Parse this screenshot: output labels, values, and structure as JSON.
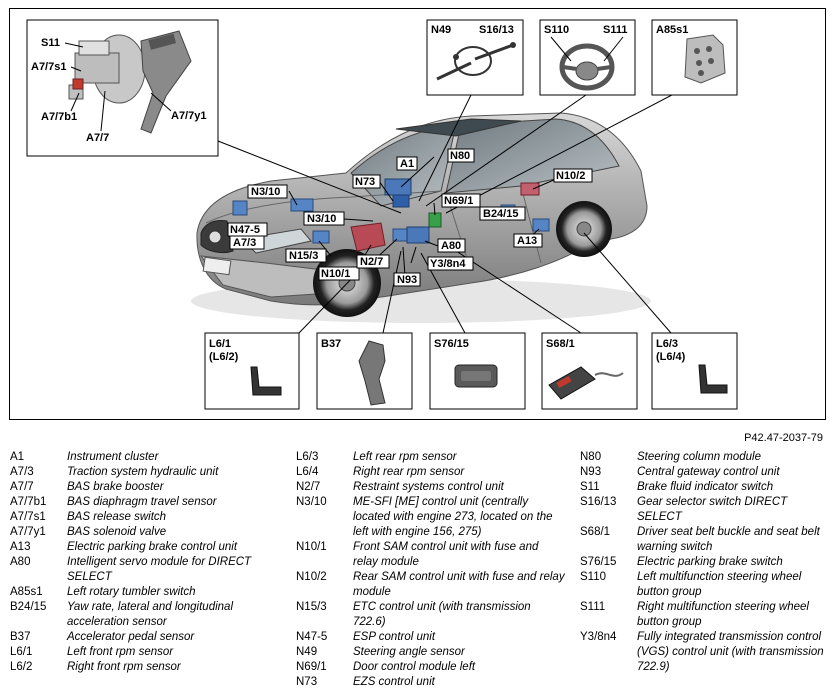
{
  "figure_ref": "P42.47-2037-79",
  "callouts": {
    "a1": "A1",
    "n80": "N80",
    "n73": "N73",
    "n3_10_top": "N3/10",
    "n3_10_mid": "N3/10",
    "n47_5": "N47-5",
    "a7_3": "A7/3",
    "n15_3": "N15/3",
    "n10_1": "N10/1",
    "n2_7": "N2/7",
    "n93": "N93",
    "n69_1": "N69/1",
    "a80": "A80",
    "y3_8n4": "Y3/8n4",
    "b24_15": "B24/15",
    "n10_2": "N10/2",
    "a13": "A13"
  },
  "inset_booster": {
    "s11": "S11",
    "a7_7s1": "A7/7s1",
    "a7_7b1": "A7/7b1",
    "a7_7": "A7/7",
    "a7_7y1": "A7/7y1"
  },
  "inset_top": {
    "n49": "N49",
    "s16_13": "S16/13",
    "s110": "S110",
    "s111": "S111",
    "a85s1": "A85s1"
  },
  "inset_bottom": {
    "l6_1": "L6/1",
    "l6_2": "(L6/2)",
    "b37": "B37",
    "s76_15": "S76/15",
    "s68_1": "S68/1",
    "l6_3": "L6/3",
    "l6_4": "(L6/4)"
  },
  "legend": {
    "col1": [
      {
        "code": "A1",
        "desc": "Instrument cluster"
      },
      {
        "code": "A7/3",
        "desc": "Traction system hydraulic unit"
      },
      {
        "code": "A7/7",
        "desc": "BAS brake booster"
      },
      {
        "code": "A7/7b1",
        "desc": "BAS diaphragm travel sensor"
      },
      {
        "code": "A7/7s1",
        "desc": "BAS release switch"
      },
      {
        "code": "A7/7y1",
        "desc": "BAS solenoid valve"
      },
      {
        "code": "A13",
        "desc": "Electric parking brake control unit"
      },
      {
        "code": "A80",
        "desc": "Intelligent servo module for DIRECT SELECT"
      },
      {
        "code": "A85s1",
        "desc": "Left rotary tumbler switch"
      },
      {
        "code": "B24/15",
        "desc": "Yaw rate, lateral and longitudinal acceleration sensor"
      },
      {
        "code": "B37",
        "desc": "Accelerator pedal sensor"
      },
      {
        "code": "L6/1",
        "desc": "Left front rpm sensor"
      },
      {
        "code": "L6/2",
        "desc": "Right front rpm sensor"
      }
    ],
    "col2": [
      {
        "code": "L6/3",
        "desc": "Left rear rpm sensor"
      },
      {
        "code": "L6/4",
        "desc": "Right rear rpm sensor"
      },
      {
        "code": "N2/7",
        "desc": "Restraint systems control unit"
      },
      {
        "code": "N3/10",
        "desc": "ME-SFI [ME] control unit (centrally located with engine 273, located on the left with engine 156, 275)"
      },
      {
        "code": "N10/1",
        "desc": "Front SAM control unit with fuse and relay module"
      },
      {
        "code": "N10/2",
        "desc": "Rear SAM control unit with fuse and relay module"
      },
      {
        "code": "N15/3",
        "desc": "ETC control unit (with transmission 722.6)"
      },
      {
        "code": "N47-5",
        "desc": "ESP control unit"
      },
      {
        "code": "N49",
        "desc": "Steering angle sensor"
      },
      {
        "code": "N69/1",
        "desc": "Door control module left"
      },
      {
        "code": "N73",
        "desc": "EZS control unit"
      }
    ],
    "col3": [
      {
        "code": "N80",
        "desc": "Steering column module"
      },
      {
        "code": "N93",
        "desc": "Central gateway control unit"
      },
      {
        "code": "S11",
        "desc": "Brake fluid indicator switch"
      },
      {
        "code": "S16/13",
        "desc": "Gear selector switch DIRECT SELECT"
      },
      {
        "code": "S68/1",
        "desc": "Driver seat belt buckle and seat belt warning switch"
      },
      {
        "code": "S76/15",
        "desc": "Electric parking brake switch"
      },
      {
        "code": "S110",
        "desc": "Left multifunction steering wheel button group"
      },
      {
        "code": "S111",
        "desc": "Right multifunction steering wheel button group"
      },
      {
        "code": "Y3/8n4",
        "desc": "Fully integrated transmission control (VGS) control unit (with transmission 722.9)"
      }
    ]
  }
}
